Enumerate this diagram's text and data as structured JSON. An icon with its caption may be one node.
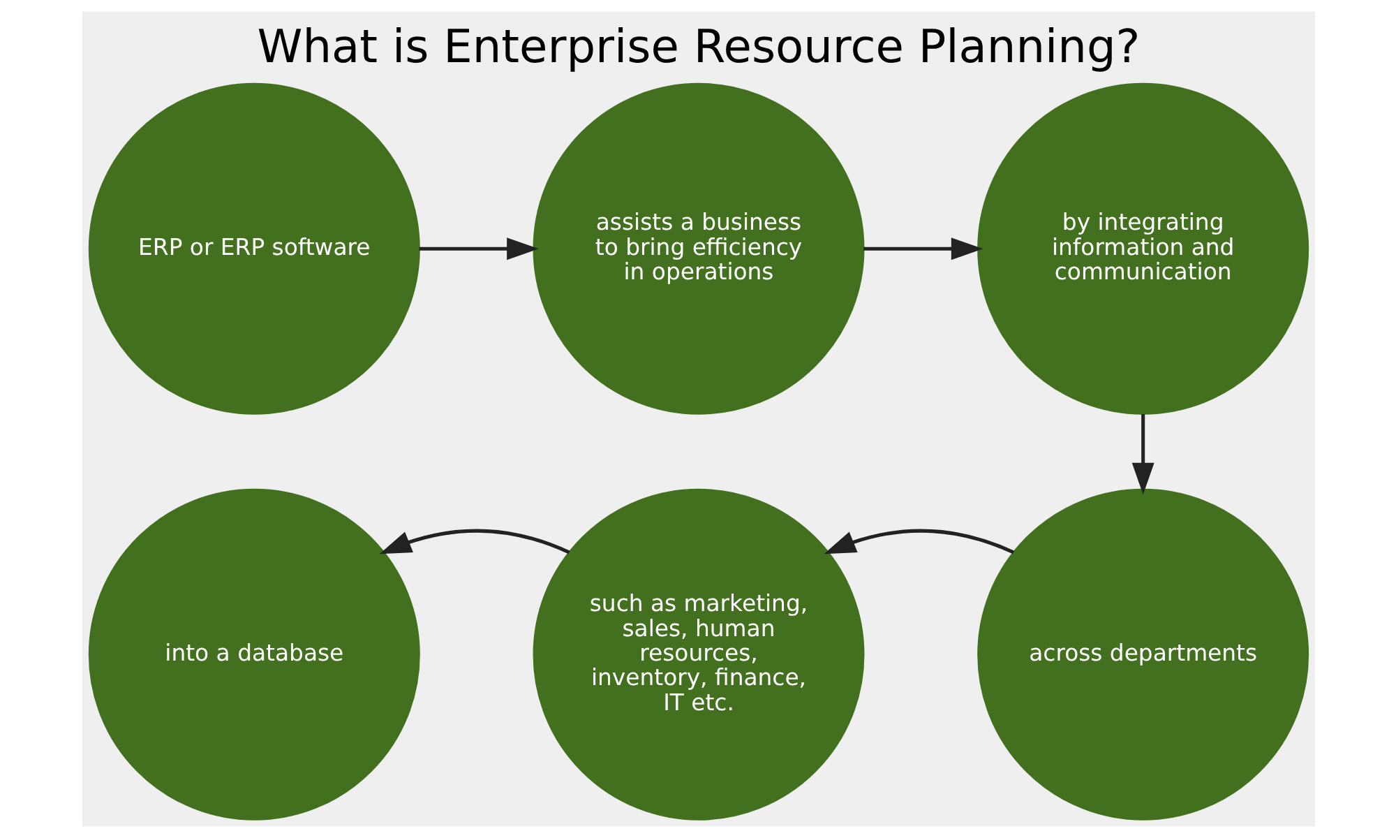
{
  "diagram": {
    "title": "What is Enterprise Resource Planning?",
    "nodes": [
      {
        "text": [
          "ERP or ERP software"
        ]
      },
      {
        "text": [
          "assists a business to bring efficiency in operations"
        ]
      },
      {
        "text": [
          "by integrating information and communication"
        ]
      },
      {
        "text": [
          "across departments"
        ]
      },
      {
        "text": [
          "such as marketing, sales, human resources, inventory, finance, IT etc."
        ]
      },
      {
        "text": [
          "into a database"
        ]
      }
    ],
    "edges": [
      {
        "from": 0,
        "to": 1,
        "arrow": "to"
      },
      {
        "from": 1,
        "to": 2,
        "arrow": "to"
      },
      {
        "from": 2,
        "to": 3,
        "arrow": "to"
      },
      {
        "from": 3,
        "to": 4,
        "arrow": "to"
      },
      {
        "from": 4,
        "to": 5,
        "arrow": "to"
      }
    ]
  }
}
